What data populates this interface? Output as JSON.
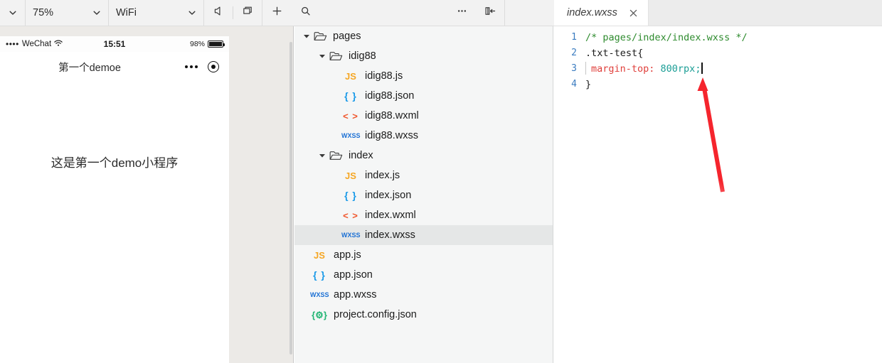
{
  "toolbar": {
    "zoom_select": {
      "value": "75%",
      "icon": "chevron-down-icon"
    },
    "network_select": {
      "value": "WiFi",
      "icon": "chevron-down-icon"
    },
    "icons": {
      "left_stub_caret": "chevron-down-icon",
      "volume": "speaker-icon",
      "window": "window-copy-icon",
      "add": "plus-icon",
      "search": "search-icon",
      "more": "more-horizontal-icon",
      "collapse_panel": "collapse-panel-left-icon"
    }
  },
  "simulator": {
    "statusbar": {
      "signal_dots": "••••",
      "carrier": "WeChat",
      "wifi_icon": "wifi-icon",
      "time": "15:51",
      "battery_percent": "98%",
      "battery_level": 98
    },
    "navbar": {
      "title": "第一个demoe",
      "capsule_more_icon": "capsule-more-icon",
      "capsule_target_icon": "capsule-target-icon"
    },
    "page": {
      "text": "这是第一个demo小程序"
    }
  },
  "file_tree": {
    "items": [
      {
        "label": "pages",
        "kind": "folder",
        "depth": 0,
        "expanded": true,
        "icon": "folder-open-icon",
        "selected": false
      },
      {
        "label": "idig88",
        "kind": "folder",
        "depth": 1,
        "expanded": true,
        "icon": "folder-open-icon",
        "selected": false
      },
      {
        "label": "idig88.js",
        "kind": "file",
        "depth": 2,
        "icon": "js-file-icon",
        "badge": "JS",
        "selected": false
      },
      {
        "label": "idig88.json",
        "kind": "file",
        "depth": 2,
        "icon": "json-file-icon",
        "badge": "{ }",
        "selected": false
      },
      {
        "label": "idig88.wxml",
        "kind": "file",
        "depth": 2,
        "icon": "wxml-file-icon",
        "badge": "< >",
        "selected": false
      },
      {
        "label": "idig88.wxss",
        "kind": "file",
        "depth": 2,
        "icon": "wxss-file-icon",
        "badge": "WXSS",
        "selected": false
      },
      {
        "label": "index",
        "kind": "folder",
        "depth": 1,
        "expanded": true,
        "icon": "folder-open-icon",
        "selected": false
      },
      {
        "label": "index.js",
        "kind": "file",
        "depth": 2,
        "icon": "js-file-icon",
        "badge": "JS",
        "selected": false
      },
      {
        "label": "index.json",
        "kind": "file",
        "depth": 2,
        "icon": "json-file-icon",
        "badge": "{ }",
        "selected": false
      },
      {
        "label": "index.wxml",
        "kind": "file",
        "depth": 2,
        "icon": "wxml-file-icon",
        "badge": "< >",
        "selected": false
      },
      {
        "label": "index.wxss",
        "kind": "file",
        "depth": 2,
        "icon": "wxss-file-icon",
        "badge": "WXSS",
        "selected": true
      },
      {
        "label": "app.js",
        "kind": "file",
        "depth": 0,
        "icon": "js-file-icon",
        "badge": "JS",
        "selected": false
      },
      {
        "label": "app.json",
        "kind": "file",
        "depth": 0,
        "icon": "json-file-icon",
        "badge": "{ }",
        "selected": false
      },
      {
        "label": "app.wxss",
        "kind": "file",
        "depth": 0,
        "icon": "wxss-file-icon",
        "badge": "WXSS",
        "selected": false
      },
      {
        "label": "project.config.json",
        "kind": "file",
        "depth": 0,
        "icon": "config-file-icon",
        "badge": "{⚙}",
        "selected": false
      }
    ]
  },
  "editor": {
    "tab": {
      "name": "index.wxss",
      "close_icon": "close-icon",
      "active": true
    },
    "lines": [
      {
        "no": "1",
        "text": "/* pages/index/index.wxss */"
      },
      {
        "no": "2",
        "text": ".txt-test{"
      },
      {
        "no": "3",
        "text": "  margin-top: 800rpx;"
      },
      {
        "no": "4",
        "text": "}"
      }
    ],
    "code_tokens": {
      "comment": "/* pages/index/index.wxss */",
      "selector": ".txt-test{",
      "property": "margin-top:",
      "value": "800rpx;",
      "close_brace": "}"
    },
    "annotation": {
      "type": "arrow",
      "color": "#f5252d",
      "points_to": "800rpx value on line 3"
    }
  },
  "colors": {
    "toolbar_bg": "#f2f2f2",
    "tree_bg": "#f5f6f6",
    "tree_selected": "#e5e7e7",
    "editor_bg": "#ffffff",
    "comment_green": "#2e8b2e",
    "property_red": "#e0403c",
    "value_teal": "#1b9e96",
    "linenum_blue": "#3b7cc0",
    "annotation_red": "#f5252d",
    "js_orange": "#f5a623",
    "json_blue": "#1a9ae8",
    "wxml_orange": "#f0552b",
    "wxss_blue": "#1a6fd4",
    "config_green": "#22b573"
  }
}
